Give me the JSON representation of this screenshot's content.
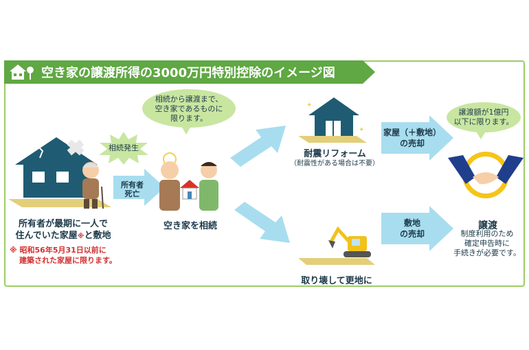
{
  "title": "空き家の譲渡所得の3000万円特別控除のイメージ図",
  "burst": "相続発生",
  "arrow_inherit": [
    "所有者",
    "死亡"
  ],
  "owner_caption": [
    "所有者が最期に一人で",
    "住んでいた家屋",
    "※",
    "と敷地"
  ],
  "note": [
    "※ 昭和56年5月31日以前に",
    "建築された家屋に限ります。"
  ],
  "inherit_bubble": [
    "相続から譲渡まで、",
    "空き家であるものに",
    "限ります。"
  ],
  "inherit_caption": "空き家を相続",
  "reform_caption": "耐震リフォーム",
  "reform_sub": "（耐震性がある場合は不要）",
  "demolish_caption": "取り壊して更地に",
  "arrow_sale_house": [
    "家屋（＋敷地）",
    "の売却"
  ],
  "arrow_sale_land": [
    "敷地",
    "の売却"
  ],
  "price_bubble": [
    "譲渡額が1億円",
    "以下に限ります。"
  ],
  "transfer_title": "譲渡",
  "transfer_sub": [
    "制度利用のため",
    "確定申告時に",
    "手続きが必要です。"
  ],
  "colors": {
    "green": "#5fa843",
    "house": "#1f5c73",
    "arrow": "#a8ddef",
    "yellow_ground": "#e3cf7a",
    "bubble": "#c8e6a0"
  }
}
